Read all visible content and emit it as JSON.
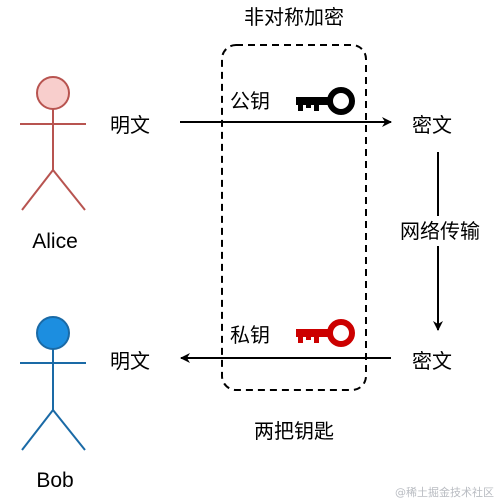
{
  "diagram": {
    "box_title": "非对称加密",
    "box_footer": "两把钥匙",
    "public_key_label": "公钥",
    "private_key_label": "私钥",
    "network_label": "网络传输",
    "plaintext_top": "明文",
    "plaintext_bottom": "明文",
    "ciphertext_top": "密文",
    "ciphertext_bottom": "密文",
    "alice": {
      "name": "Alice",
      "head_fill": "#f8cecc",
      "stroke": "#b85450"
    },
    "bob": {
      "name": "Bob",
      "head_fill": "#1c8ee0",
      "stroke": "#1a6aa6"
    },
    "public_key_color": "#000000",
    "private_key_color": "#cc0000"
  },
  "watermark": "@稀土掘金技术社区"
}
